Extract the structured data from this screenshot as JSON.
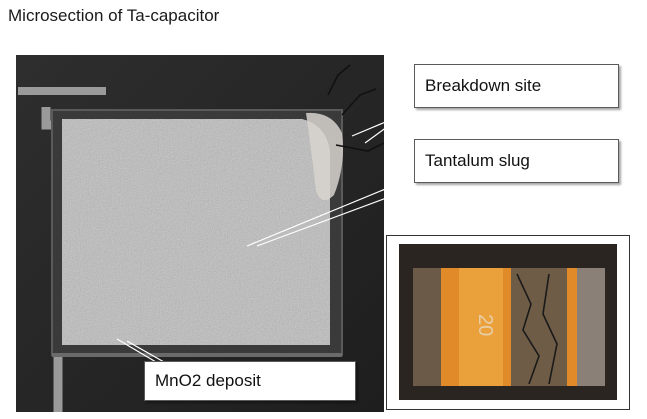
{
  "title": "Microsection of Ta-capacitor",
  "callouts": {
    "breakdown": "Breakdown site",
    "slug": "Tantalum slug",
    "mno2": "MnO2 deposit"
  },
  "inset_marking": "20",
  "colors": {
    "background": "#ffffff",
    "micro_dark": "#2a2a2a",
    "slug_grey": "#bdbdbd",
    "inset_orange": "#e08a2a"
  }
}
